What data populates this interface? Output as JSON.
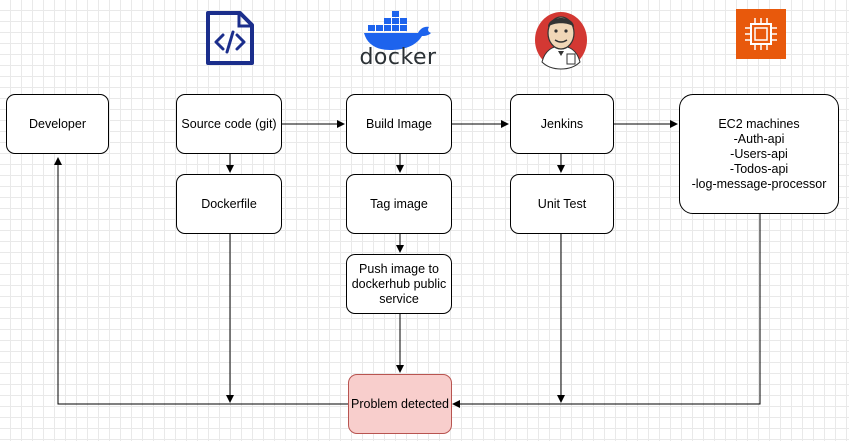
{
  "logos": {
    "source_code": "source-code-file-icon",
    "docker": {
      "icon": "docker-whale-icon",
      "wordmark": "docker"
    },
    "jenkins": "jenkins-butler-icon",
    "ec2": "aws-ec2-instance-icon"
  },
  "colors": {
    "problem_fill": "#f8cecc",
    "problem_stroke": "#b85450",
    "code_icon": "#1b2e8c",
    "docker_blue": "#1d63ed",
    "ec2_orange": "#e8590c"
  },
  "nodes": {
    "developer": "Developer",
    "source_code": "Source code (git)",
    "build_image": "Build Image",
    "jenkins": "Jenkins",
    "ec2": "EC2 machines\n-Auth-api\n-Users-api\n-Todos-api\n-log-message-processor",
    "dockerfile": "Dockerfile",
    "tag_image": "Tag image",
    "unit_test": "Unit Test",
    "push_image": "Push image to\ndockerhub public\nservice",
    "problem": "Problem detected"
  }
}
